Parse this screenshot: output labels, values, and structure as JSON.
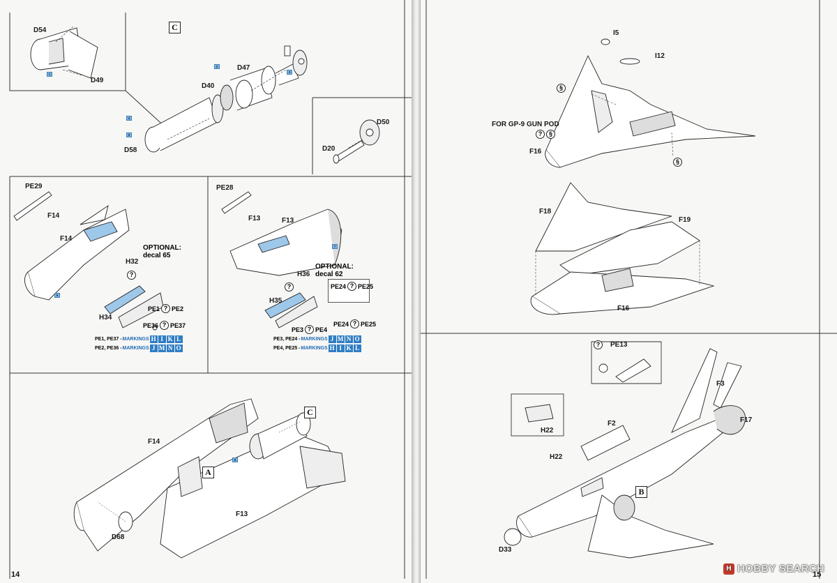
{
  "left_page": {
    "page_number": "14",
    "section_c": {
      "letter": "C",
      "parts": [
        "D54",
        "D49",
        "D47",
        "D40",
        "D58",
        "D50",
        "D20"
      ]
    },
    "panel_f14": {
      "parts": [
        "PE29",
        "F14",
        "F14",
        "H32",
        "H34"
      ],
      "optional": "OPTIONAL:",
      "decal": "decal 65",
      "pe_pair_1": [
        "PE1",
        "PE2"
      ],
      "pe_pair_2": [
        "PE36",
        "PE37"
      ],
      "markings": [
        {
          "prefix": "PE1, PE37 - ",
          "word": "MARKINGS",
          "letters": [
            "H",
            "I",
            "K",
            "L"
          ]
        },
        {
          "prefix": "PE2, PE36 - ",
          "word": "MARKINGS",
          "letters": [
            "J",
            "M",
            "N",
            "O"
          ]
        }
      ]
    },
    "panel_f13": {
      "parts": [
        "PE28",
        "F13",
        "F13",
        "H36",
        "H35"
      ],
      "optional": "OPTIONAL:",
      "decal": "decal 62",
      "pe_pair_1": [
        "PE24",
        "PE25"
      ],
      "pe_pair_2": [
        "PE24",
        "PE25"
      ],
      "pe_pair_3": [
        "PE3",
        "PE4"
      ],
      "markings": [
        {
          "prefix": "PE3, PE24 - ",
          "word": "MARKINGS",
          "letters": [
            "J",
            "M",
            "N",
            "O"
          ]
        },
        {
          "prefix": "PE4, PE25 - ",
          "word": "MARKINGS",
          "letters": [
            "H",
            "I",
            "K",
            "L"
          ]
        }
      ]
    },
    "assembly": {
      "parts": [
        "F14",
        "F13",
        "D68"
      ],
      "letters": [
        "A",
        "C"
      ]
    }
  },
  "right_page": {
    "page_number": "15",
    "top": {
      "parts": [
        "I5",
        "I12",
        "F16"
      ],
      "gun_pod": "FOR GP-9 GUN POD"
    },
    "wing": {
      "parts": [
        "F18",
        "F19",
        "F16"
      ]
    },
    "fuselage": {
      "parts": [
        "PE13",
        "H22",
        "H22",
        "F2",
        "F3",
        "F17",
        "D33"
      ],
      "letters": [
        "B"
      ]
    }
  },
  "paint_codes": [
    "1",
    "2",
    "3",
    "4",
    "5",
    "6",
    "7",
    "8"
  ],
  "watermark": {
    "logo": "H",
    "text": "HOBBY SEARCH"
  },
  "colors": {
    "paint_blue": "#7fb3dd",
    "marking_blue": "#2e7dc4",
    "part_blue": "#9ec8ea"
  }
}
